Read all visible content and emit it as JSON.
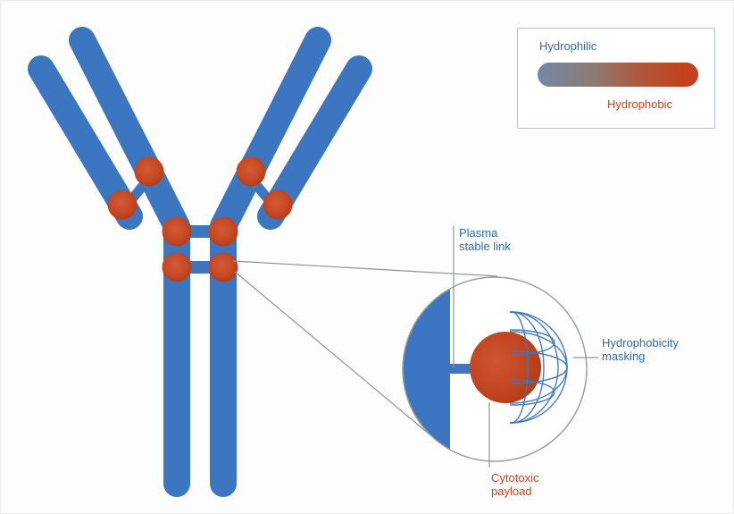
{
  "colors": {
    "hydrophilic_blue": "#3c76c0",
    "hydrophobic_red": "#c2421f",
    "payload_center_red": "#cd5530",
    "payload_edge_red": "#aa3816",
    "label_blue": "#2b6cb8",
    "label_red": "#c8451d",
    "callout_gray": "#909498",
    "legend_border": "#bcc1c8",
    "background": "#fdfdfd"
  },
  "legend": {
    "hydrophilic_label": "Hydrophilic",
    "hydrophobic_label": "Hydrophobic"
  },
  "callouts": {
    "plasma_link": {
      "line1": "Plasma",
      "line2": "stable link"
    },
    "masking": {
      "line1": "Hydrophobicity",
      "line2": "masking"
    },
    "payload": {
      "line1": "Cytotoxic",
      "line2": "payload"
    }
  }
}
